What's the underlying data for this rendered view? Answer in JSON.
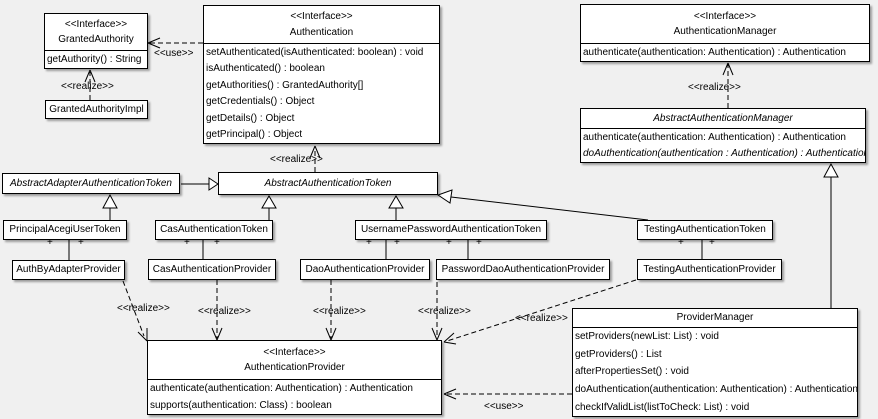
{
  "diagram": {
    "edge_labels": {
      "realize": "<<realize>>",
      "use": "<<use>>",
      "plus": "+"
    },
    "classes": {
      "granted_authority": {
        "stereotype": "<<Interface>>",
        "name": "GrantedAuthority",
        "methods": [
          "getAuthority() : String"
        ]
      },
      "granted_authority_impl": {
        "name": "GrantedAuthorityImpl"
      },
      "authentication": {
        "stereotype": "<<Interface>>",
        "name": "Authentication",
        "methods": [
          "setAuthenticated(isAuthenticated: boolean) : void",
          "isAuthenticated() : boolean",
          "getAuthorities() : GrantedAuthority[]",
          "getCredentials() : Object",
          "getDetails() : Object",
          "getPrincipal() : Object"
        ]
      },
      "authentication_manager": {
        "stereotype": "<<Interface>>",
        "name": "AuthenticationManager",
        "methods": [
          "authenticate(authentication: Authentication) : Authentication"
        ]
      },
      "abstract_authentication_manager": {
        "name": "AbstractAuthenticationManager",
        "methods": [
          "authenticate(authentication: Authentication) : Authentication",
          "doAuthentication(authentication : Authentication) : Authentication"
        ]
      },
      "abstract_adapter_authentication_token": {
        "name": "AbstractAdapterAuthenticationToken"
      },
      "abstract_authentication_token": {
        "name": "AbstractAuthenticationToken"
      },
      "principal_acegi_user_token": {
        "name": "PrincipalAcegiUserToken"
      },
      "cas_authentication_token": {
        "name": "CasAuthenticationToken"
      },
      "username_password_authentication_token": {
        "name": "UsernamePasswordAuthenticationToken"
      },
      "testing_authentication_token": {
        "name": "TestingAuthenticationToken"
      },
      "auth_by_adapter_provider": {
        "name": "AuthByAdapterProvider"
      },
      "cas_authentication_provider": {
        "name": "CasAuthenticationProvider"
      },
      "dao_authentication_provider": {
        "name": "DaoAuthenticationProvider"
      },
      "password_dao_authentication_provider": {
        "name": "PasswordDaoAuthenticationProvider"
      },
      "testing_authentication_provider": {
        "name": "TestingAuthenticationProvider"
      },
      "authentication_provider": {
        "stereotype": "<<Interface>>",
        "name": "AuthenticationProvider",
        "methods": [
          "authenticate(authentication: Authentication) : Authentication",
          "supports(authentication: Class) : boolean"
        ]
      },
      "provider_manager": {
        "name": "ProviderManager",
        "methods": [
          "setProviders(newList: List) : void",
          "getProviders() : List",
          "afterPropertiesSet() : void",
          "doAuthentication(authentication: Authentication) : Authentication",
          "checkIfValidList(listToCheck: List) : void"
        ]
      }
    }
  }
}
